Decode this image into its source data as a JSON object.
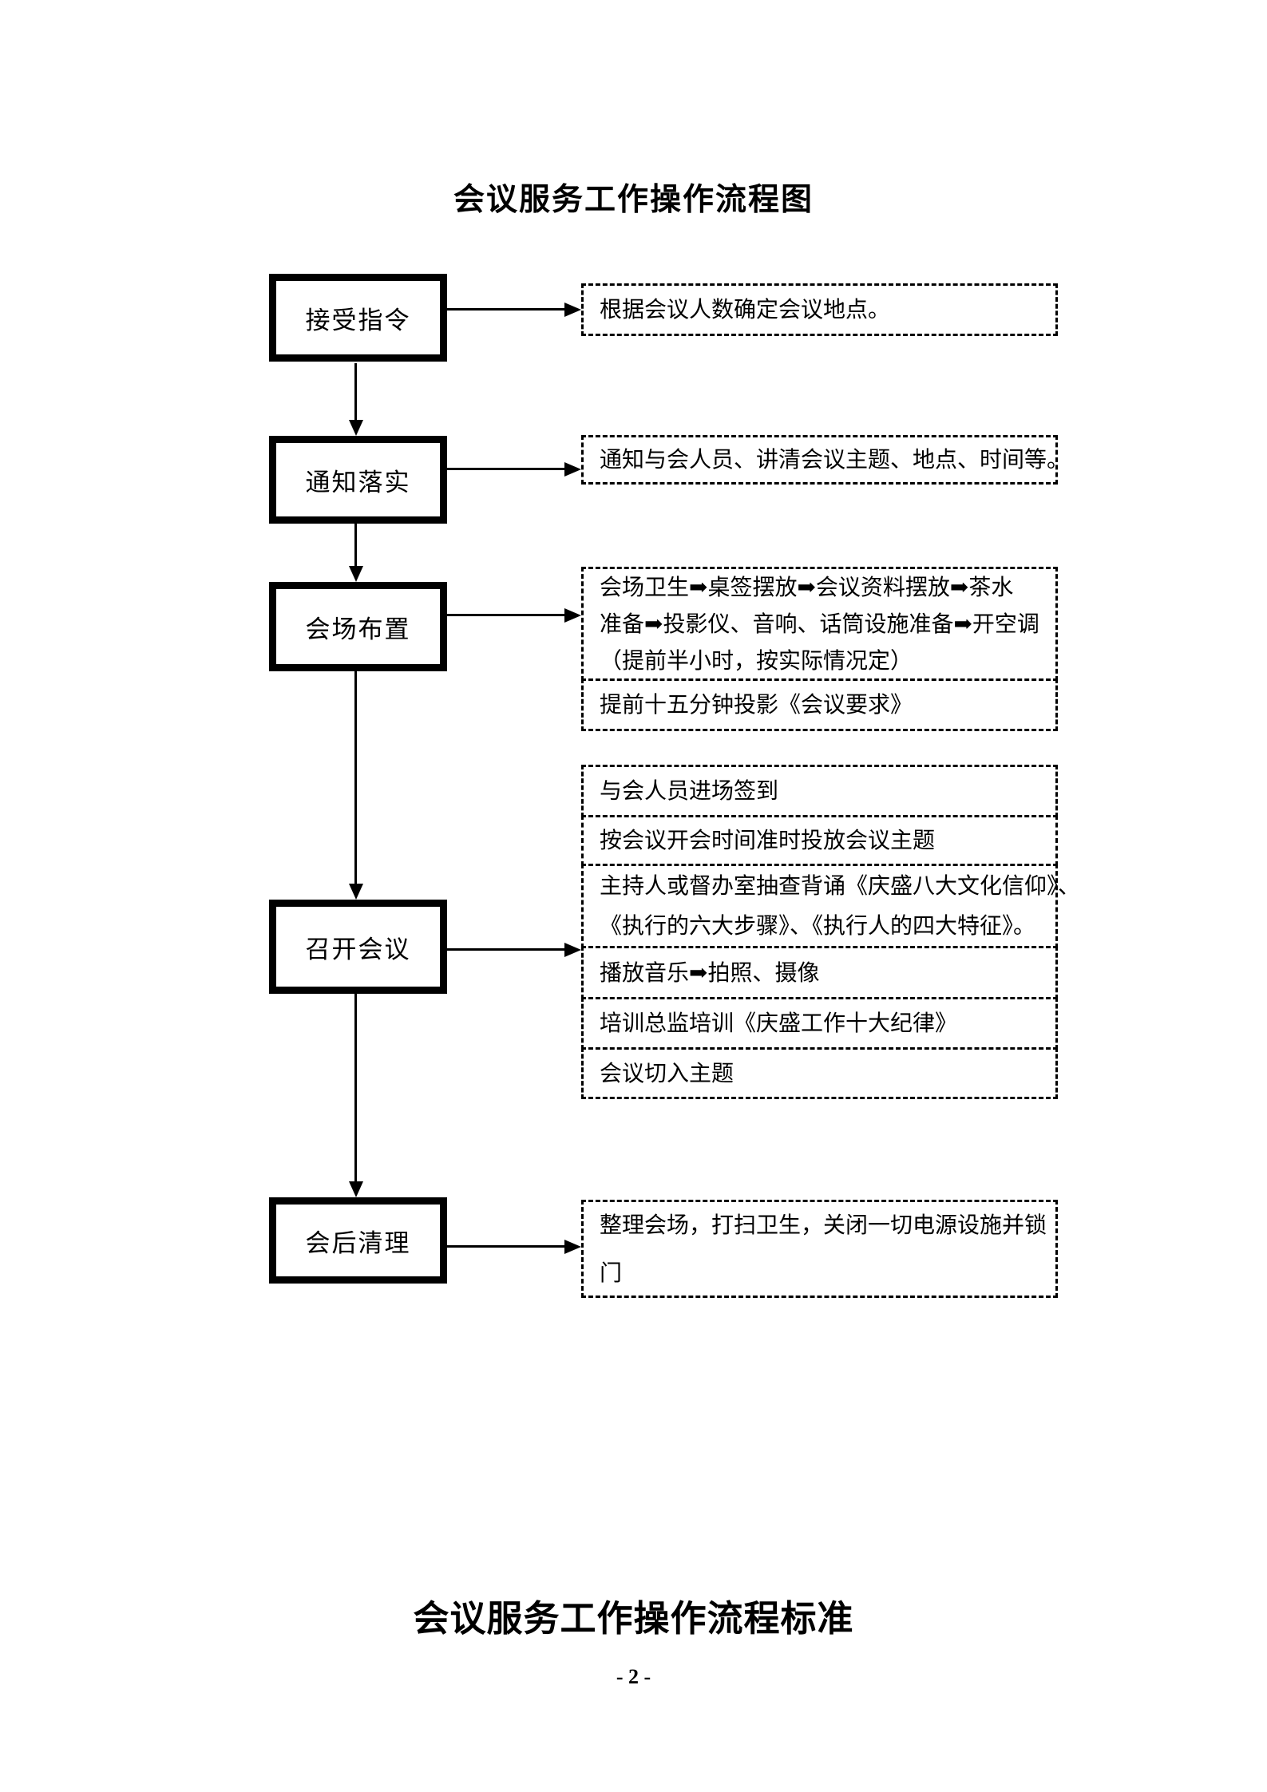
{
  "colors": {
    "ink": "#000000",
    "paper": "#ffffff"
  },
  "flowchart": {
    "title": "会议服务工作操作流程图",
    "steps": [
      {
        "label": "接受指令",
        "notes": [
          {
            "lines": [
              "根据会议人数确定会议地点。"
            ]
          }
        ]
      },
      {
        "label": "通知落实",
        "notes": [
          {
            "lines": [
              "通知与会人员、讲清会议主题、地点、时间等。"
            ]
          }
        ]
      },
      {
        "label": "会场布置",
        "notes": [
          {
            "lines": [
              "会场卫生➡桌签摆放➡会议资料摆放➡茶水",
              "准备➡投影仪、音响、话筒设施准备➡开空调",
              "（提前半小时，按实际情况定）"
            ]
          },
          {
            "lines": [
              "提前十五分钟投影《会议要求》"
            ]
          }
        ]
      },
      {
        "label": "召开会议",
        "notes": [
          {
            "lines": [
              "与会人员进场签到"
            ]
          },
          {
            "lines": [
              "按会议开会时间准时投放会议主题"
            ]
          },
          {
            "lines": [
              "主持人或督办室抽查背诵《庆盛八大文化信仰》、",
              "《执行的六大步骤》、《执行人的四大特征》。"
            ]
          },
          {
            "lines": [
              "播放音乐➡拍照、摄像"
            ]
          },
          {
            "lines": [
              "培训总监培训《庆盛工作十大纪律》"
            ]
          },
          {
            "lines": [
              "会议切入主题"
            ]
          }
        ]
      },
      {
        "label": "会后清理",
        "notes": [
          {
            "lines": [
              "整理会场，打扫卫生，关闭一切电源设施并锁",
              "门"
            ]
          }
        ]
      }
    ]
  },
  "footer": {
    "section_title": "会议服务工作操作流程标准",
    "page_number": "- 2 -"
  }
}
